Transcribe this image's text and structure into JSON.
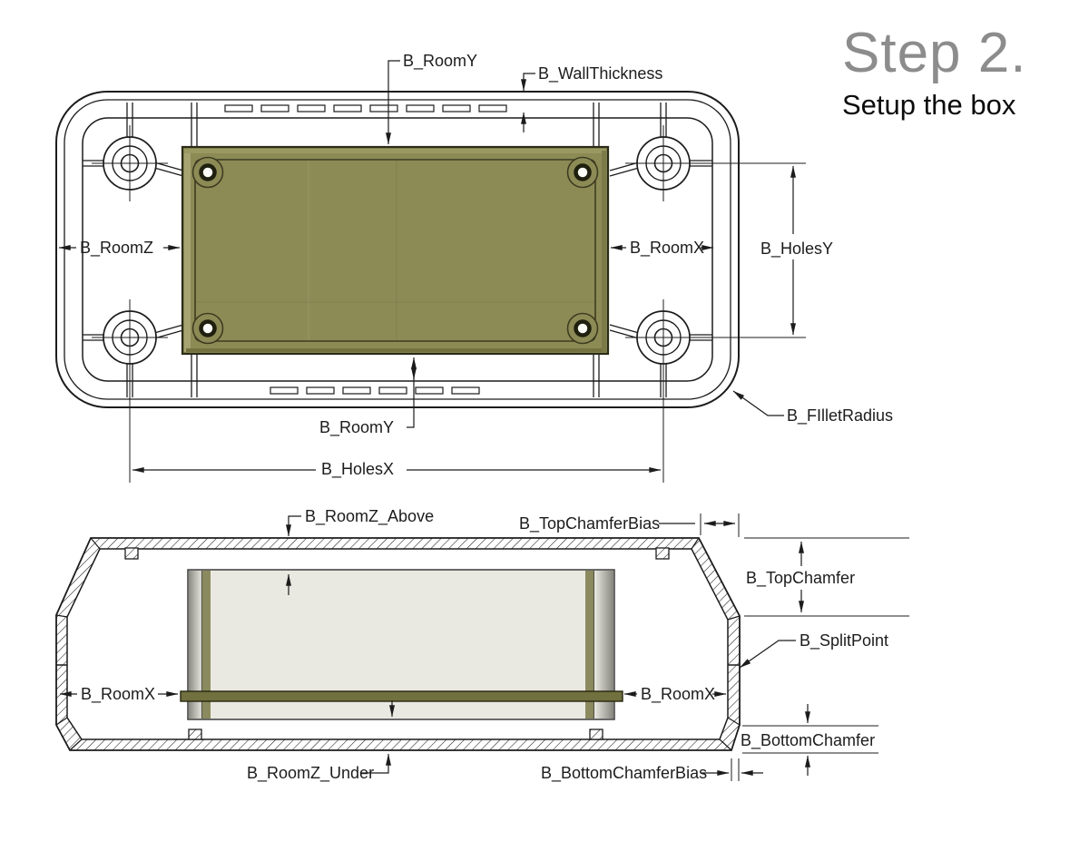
{
  "title": {
    "heading": "Step 2.",
    "subheading": "Setup the box"
  },
  "colors": {
    "title_gray": "#8c8c8c",
    "line": "#1c1c1c",
    "plate_olive": "#8d8b55",
    "plate_border": "#2b2b18",
    "plate_highlight": "#a7a471",
    "room_fill": "#e9e8e1",
    "split_bar_olive": "#71703f"
  },
  "top_view": {
    "name": "box-top-view",
    "labels": {
      "room_y_top": "B_RoomY",
      "wall_thickness": "B_WallThickness",
      "room_z": "B_RoomZ",
      "room_x": "B_RoomX",
      "holes_y": "B_HolesY",
      "room_y_bottom": "B_RoomY",
      "holes_x": "B_HolesX",
      "fillet_radius": "B_FIlletRadius"
    }
  },
  "section_view": {
    "name": "box-section-view",
    "labels": {
      "room_z_above": "B_RoomZ_Above",
      "top_chamfer_bias": "B_TopChamferBias",
      "top_chamfer": "B_TopChamfer",
      "split_point": "B_SplitPoint",
      "room_x_left": "B_RoomX",
      "room_x_right": "B_RoomX",
      "room_z_under": "B_RoomZ_Under",
      "bottom_chamfer_bias": "B_BottomChamferBias",
      "bottom_chamfer": "B_BottomChamfer"
    }
  }
}
